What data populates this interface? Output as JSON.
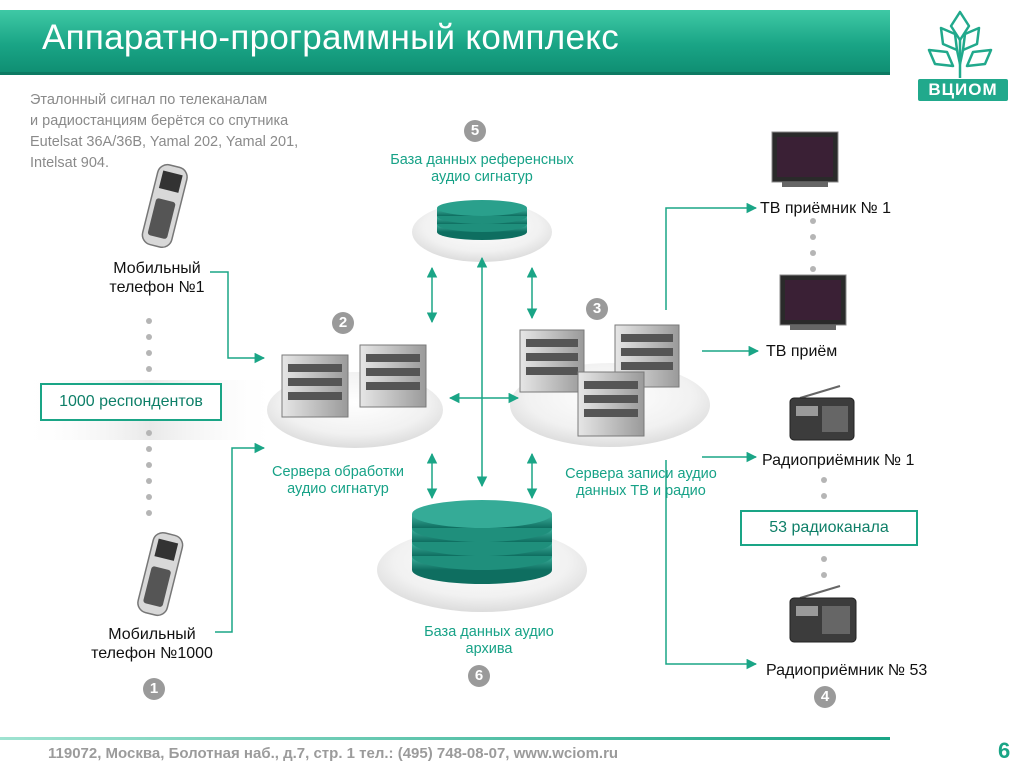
{
  "header": {
    "title": "Аппаратно-программный комплекс",
    "logo_text": "ВЦИОМ"
  },
  "note": {
    "lines": [
      "Эталонный сигнал по телеканалам",
      "и радиостанциям берётся со спутника",
      "Eutelsat 36A/36B, Yamal 202, Yamal 201,",
      "Intelsat 904."
    ]
  },
  "diagram": {
    "mobile_1": [
      "Мобильный",
      "телефон №1"
    ],
    "mobile_1000": [
      "Мобильный",
      "телефон №1000"
    ],
    "respondents": "1000 респондентов",
    "reference_db": [
      "База данных референсных",
      "аудио сигнатур"
    ],
    "processing_servers": [
      "Сервера обработки",
      "аудио сигнатур"
    ],
    "recording_servers": [
      "Сервера записи аудио",
      "данных ТВ и радио"
    ],
    "archive_db": [
      "База данных аудио",
      "архива"
    ],
    "tv_1": "ТВ приёмник № 1",
    "tv_2": "ТВ приём",
    "radio_1": "Радиоприёмник № 1",
    "radio_channels": "53 радиоканала",
    "radio_53": "Радиоприёмник № 53",
    "badges": [
      "1",
      "2",
      "3",
      "4",
      "5",
      "6"
    ]
  },
  "footer": {
    "address": "119072, Москва, Болотная наб., д.7, стр. 1  тел.: (495) 748-08-07, www.wciom.ru",
    "page": "6"
  },
  "colors": {
    "accent": "#1aa586",
    "accent_dark": "#0f8f73",
    "db_green": "#1f8f7c",
    "text_gray": "#8a8a8a"
  }
}
